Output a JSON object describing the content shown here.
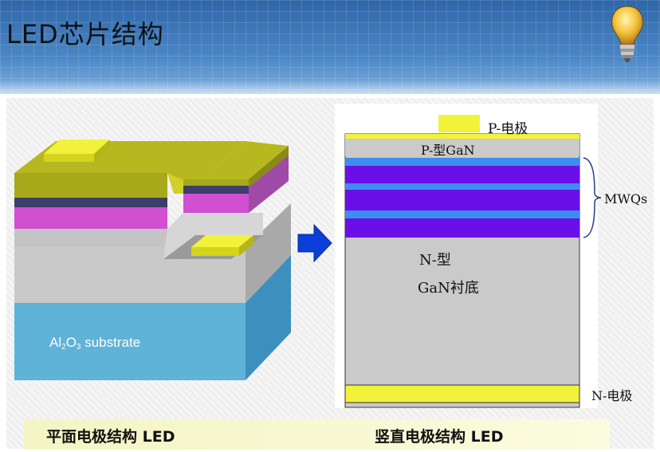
{
  "header": {
    "title": "LED芯片结构"
  },
  "left_diagram": {
    "substrate_label_main": "Al",
    "substrate_sub1": "2",
    "substrate_mid": "O",
    "substrate_sub2": "3",
    "substrate_tail": " substrate",
    "caption": "平面电极结构 LED"
  },
  "right_diagram": {
    "p_electrode": "P-电极",
    "p_gan": "P-型GaN",
    "mqw": "MWQs",
    "n_type": "N-型",
    "gan_substrate": "GaN衬底",
    "n_electrode": "N-电极",
    "caption": "竖直电极结构 LED"
  },
  "colors": {
    "header_blue": "#3f78b8",
    "olive": "#b7b81f",
    "yellow_electrode": "#f2f23a",
    "magenta": "#d24fd2",
    "gray_layer": "#c8c8c8",
    "substrate_blue": "#5fb2d8",
    "well_purple": "#6a0fe8",
    "barrier_blue": "#3d8df0",
    "arrow_blue": "#0a3fd8"
  },
  "icons": {
    "logo": "light-bulb-icon",
    "arrow": "right-arrow-icon"
  }
}
